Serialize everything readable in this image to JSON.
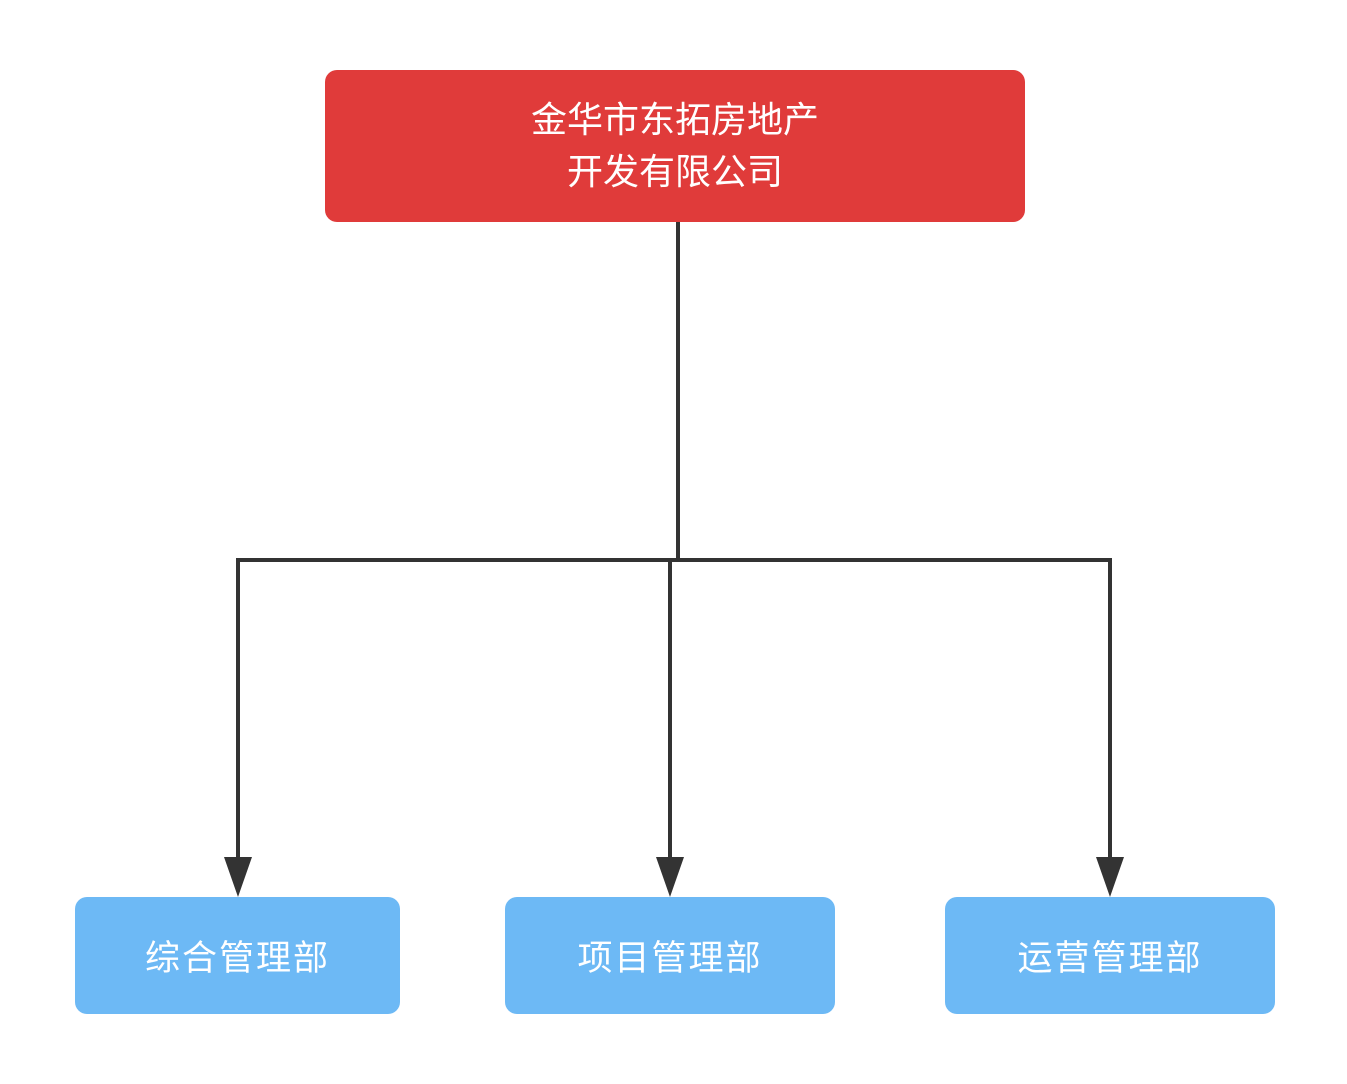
{
  "diagram": {
    "type": "org-chart",
    "background_color": "#ffffff",
    "connector_color": "#333333",
    "root": {
      "id": "company",
      "label": "金华市东拓房地产\n开发有限公司",
      "fill_color": "#e03b3a",
      "text_color": "#ffffff"
    },
    "children": [
      {
        "id": "dept-general",
        "label": "综合管理部"
      },
      {
        "id": "dept-project",
        "label": "项目管理部"
      },
      {
        "id": "dept-operation",
        "label": "运营管理部"
      }
    ],
    "child_fill_color": "#6db9f5",
    "child_text_color": "#ffffff"
  }
}
